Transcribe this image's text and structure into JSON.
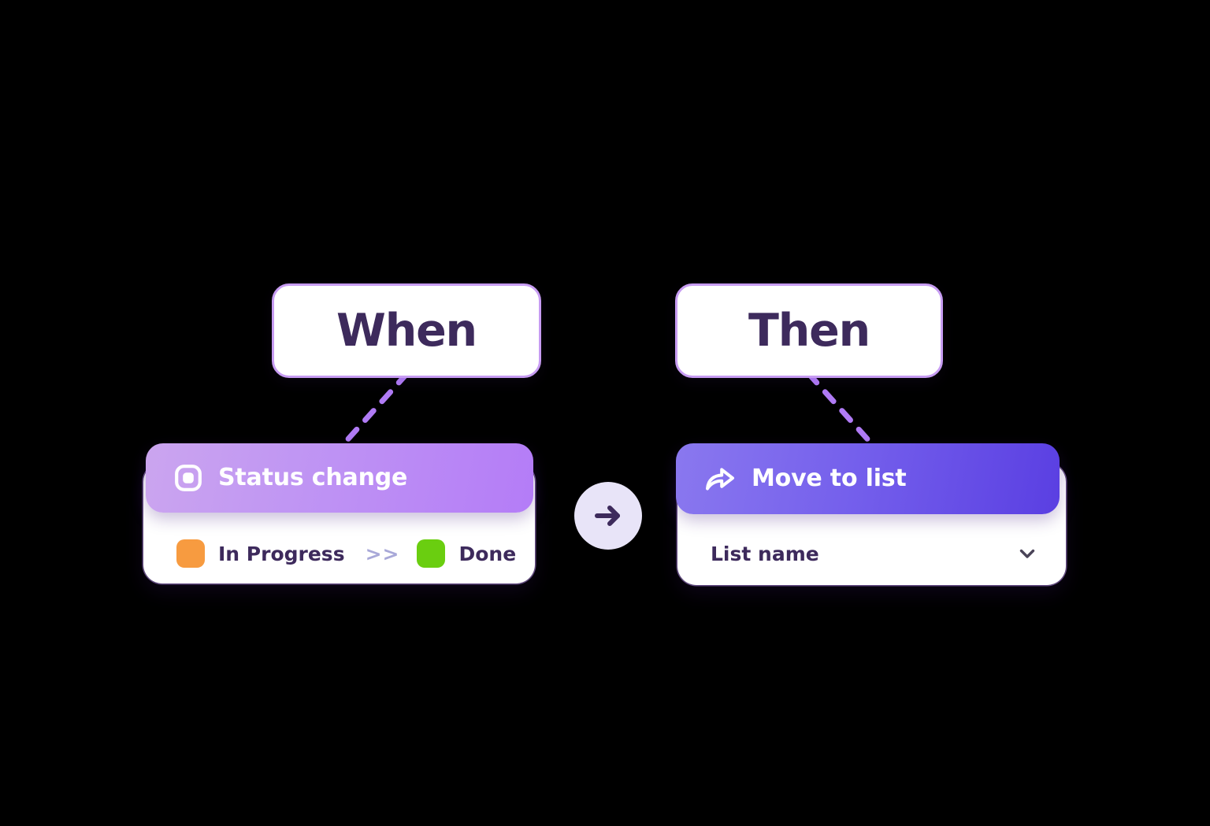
{
  "theme": {
    "background": "#000000",
    "ink": "#3d2a5c",
    "box_border": "#c79cf2",
    "trigger_gradient_from": "#cba5ef",
    "trigger_gradient_to": "#b47cf7",
    "action_gradient_from": "#8a78ef",
    "action_gradient_to": "#5a3fe2",
    "connector": "#b07bf5",
    "chip_bg": "#e8e4f8",
    "separator": "#a8a8d8"
  },
  "trigger": {
    "box_label": "When",
    "header_label": "Status change",
    "header_icon": "status-square-icon",
    "statuses": [
      {
        "label": "In Progress",
        "color": "#f79b40"
      },
      {
        "label": "Done",
        "color": "#6ace10"
      }
    ],
    "separator": ">>"
  },
  "action": {
    "box_label": "Then",
    "header_label": "Move to list",
    "header_icon": "share-arrow-icon",
    "field": {
      "label": "List name",
      "value": "List name",
      "chevron_icon": "chevron-down-icon"
    }
  },
  "flow": {
    "arrow_icon": "arrow-right-icon"
  }
}
